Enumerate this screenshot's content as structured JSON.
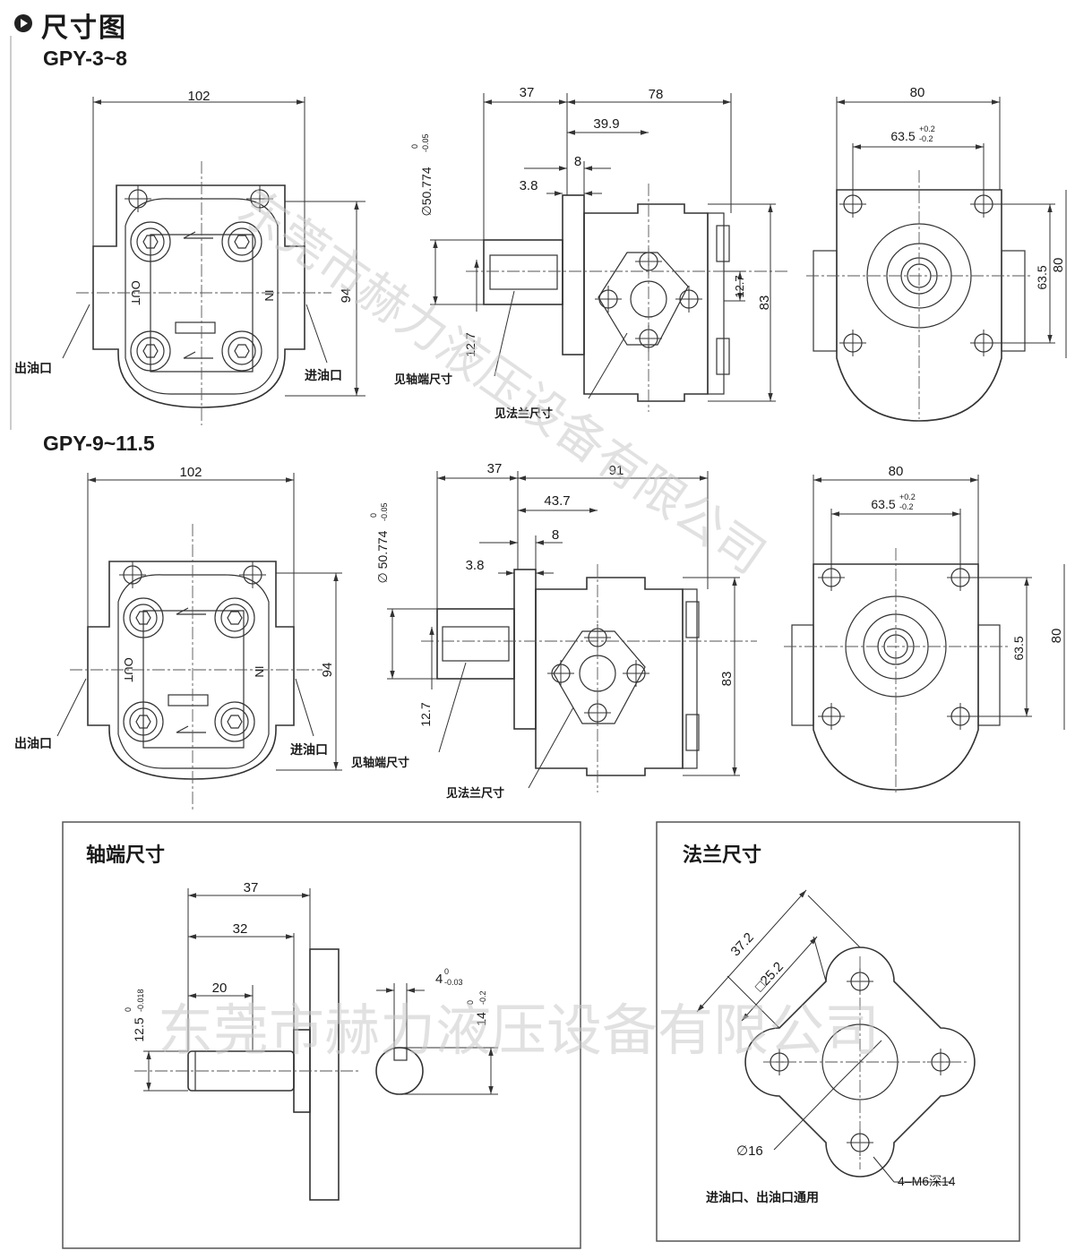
{
  "header": {
    "title": "尺寸图"
  },
  "models": [
    {
      "name": "GPY-3~8"
    },
    {
      "name": "GPY-9~11.5"
    }
  ],
  "front": {
    "width": "102",
    "height": "94",
    "out_mark": "OUT",
    "in_mark": "IN",
    "outlet": "出油口",
    "inlet": "进油口"
  },
  "side_a": {
    "d37": "37",
    "d78": "78",
    "d399": "39.9",
    "d8": "8",
    "d38": "3.8",
    "dia": "∅50.774",
    "dia_tol_up": "0",
    "dia_tol_lo": "-0.05",
    "d127v": "12.7",
    "d127": "12.7",
    "d83": "83",
    "note_shaft": "见轴端尺寸",
    "note_flange": "见法兰尺寸"
  },
  "side_b": {
    "d37": "37",
    "d91": "91",
    "d437": "43.7",
    "d8": "8",
    "d38": "3.8",
    "dia": "∅ 50.774",
    "dia_tol_up": "0",
    "dia_tol_lo": "-0.05",
    "d127": "12.7",
    "d83": "83",
    "note_shaft": "见轴端尺寸",
    "note_flange": "见法兰尺寸"
  },
  "rear": {
    "d80": "80",
    "d635": "63.5",
    "tol_up": "+0.2",
    "tol_lo": "-0.2",
    "d80v": "80"
  },
  "shaft_panel": {
    "title": "轴端尺寸",
    "d37": "37",
    "d32": "32",
    "d20": "20",
    "d125": "12.5",
    "d125_up": "0",
    "d125_lo": "-0.018",
    "d4": "4",
    "d4_up": "0",
    "d4_lo": "-0.03",
    "d14": "14",
    "d14_up": "0",
    "d14_lo": "-0.2"
  },
  "flange_panel": {
    "title": "法兰尺寸",
    "d372": "37.2",
    "d252": "□25.2",
    "d16": "∅16",
    "holes": "4–M6深14",
    "note": "进油口、出油口通用"
  },
  "watermark": {
    "text": "东莞市赫力液压设备有限公司"
  }
}
